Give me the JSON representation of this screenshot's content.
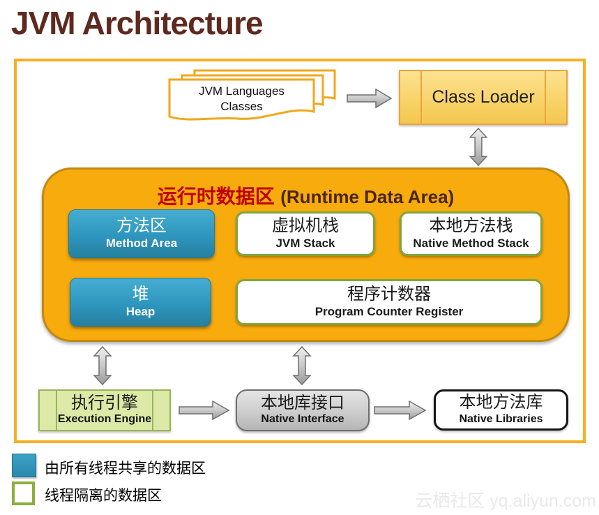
{
  "page": {
    "title": "JVM Architecture",
    "watermark": "云栖社区 yq.aliyun.com"
  },
  "top": {
    "doc_stack": {
      "line1": "JVM Languages",
      "line2": "Classes"
    },
    "class_loader": {
      "label": "Class Loader"
    }
  },
  "runtime": {
    "title_zh": "运行时数据区",
    "title_en": "(Runtime Data Area)",
    "boxes": {
      "method_area": {
        "zh": "方法区",
        "en": "Method Area"
      },
      "jvm_stack": {
        "zh": "虚拟机栈",
        "en": "JVM Stack"
      },
      "native_method_stack": {
        "zh": "本地方法栈",
        "en": "Native Method Stack"
      },
      "heap": {
        "zh": "堆",
        "en": "Heap"
      },
      "pc_register": {
        "zh": "程序计数器",
        "en": "Program Counter Register"
      }
    }
  },
  "bottom": {
    "execution_engine": {
      "zh": "执行引擎",
      "en": "Execution Engine"
    },
    "native_interface": {
      "zh": "本地库接口",
      "en": "Native Interface"
    },
    "native_libraries": {
      "zh": "本地方法库",
      "en": "Native Libraries"
    }
  },
  "legend": {
    "shared_label": "由所有线程共享的数据区",
    "isolated_label": "线程隔离的数据区"
  },
  "colors": {
    "title_text": "#5E2A20",
    "frame_border": "#F7B021",
    "runtime_fill": "#F8AB0D",
    "runtime_border": "#BE8A12",
    "runtime_title_zh": "#C00000",
    "runtime_title_en": "#4A2610",
    "shared_box_blue": "#2E96BE",
    "isolated_box_border_green": "#7FA63F",
    "class_loader_fill": "#F9D671",
    "class_loader_border": "#EBA43C",
    "execution_engine_fill": "#DCE9A7",
    "execution_engine_border": "#9AB457",
    "native_interface_fill": "#CFCFCF",
    "native_libraries_border": "#141414",
    "arrow_fill": "#C9C9C9",
    "watermark_text": "#E9E9E9"
  }
}
